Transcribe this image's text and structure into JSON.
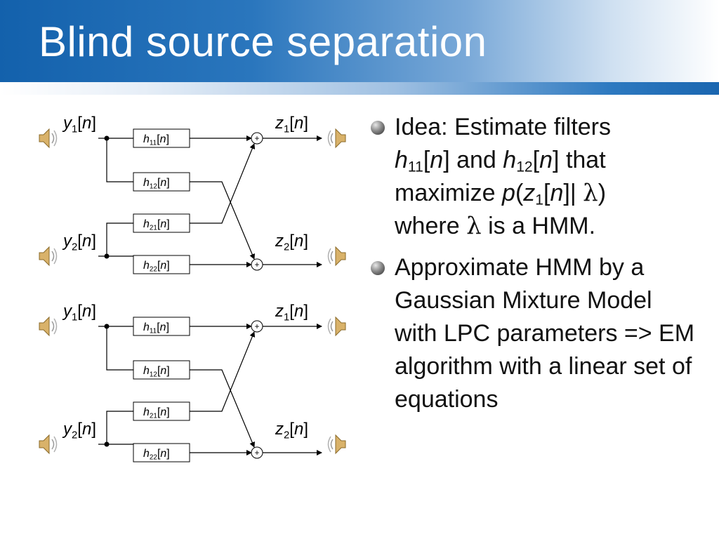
{
  "title": "Blind source separation",
  "colors": {
    "title_bar_start": "#1361ac",
    "title_bar_end": "#ffffff",
    "title_text": "#ffffff"
  },
  "diagram": {
    "top": {
      "inputs": [
        {
          "var": "y",
          "sub": "1",
          "arg": "n"
        },
        {
          "var": "y",
          "sub": "2",
          "arg": "n"
        }
      ],
      "outputs": [
        {
          "var": "z",
          "sub": "1",
          "arg": "n"
        },
        {
          "var": "z",
          "sub": "2",
          "arg": "n"
        }
      ],
      "filters": [
        {
          "var": "h",
          "sub": "11",
          "arg": "n"
        },
        {
          "var": "h",
          "sub": "12",
          "arg": "n"
        },
        {
          "var": "h",
          "sub": "21",
          "arg": "n"
        },
        {
          "var": "h",
          "sub": "22",
          "arg": "n"
        }
      ],
      "adder": "+"
    },
    "bottom": {
      "inputs": [
        {
          "var": "y",
          "sub": "1",
          "arg": "n"
        },
        {
          "var": "y",
          "sub": "2",
          "arg": "n"
        }
      ],
      "outputs": [
        {
          "var": "z",
          "sub": "1",
          "arg": "n"
        },
        {
          "var": "z",
          "sub": "2",
          "arg": "n"
        }
      ],
      "filters": [
        {
          "var": "h",
          "sub": "11",
          "arg": "n"
        },
        {
          "var": "h",
          "sub": "12",
          "arg": "n"
        },
        {
          "var": "h",
          "sub": "21",
          "arg": "n"
        },
        {
          "var": "h",
          "sub": "22",
          "arg": "n"
        }
      ],
      "adder": "+"
    },
    "icons": [
      "speaker-icon"
    ]
  },
  "bullets": [
    {
      "idea_prefix": "Idea: Estimate filters",
      "h11": {
        "var": "h",
        "sub": "11",
        "arg": "n"
      },
      "and": "and",
      "h12": {
        "var": "h",
        "sub": "12",
        "arg": "n"
      },
      "that": "that",
      "maximize": "maximize",
      "p": "p",
      "z1": {
        "var": "z",
        "sub": "1",
        "arg": "n"
      },
      "given": "|",
      "lambda": "λ",
      "where": "where",
      "is_hmm": "is a HMM."
    },
    {
      "text": "Approximate HMM by a Gaussian Mixture Model with LPC parameters => EM algorithm with a linear set of equations"
    }
  ]
}
